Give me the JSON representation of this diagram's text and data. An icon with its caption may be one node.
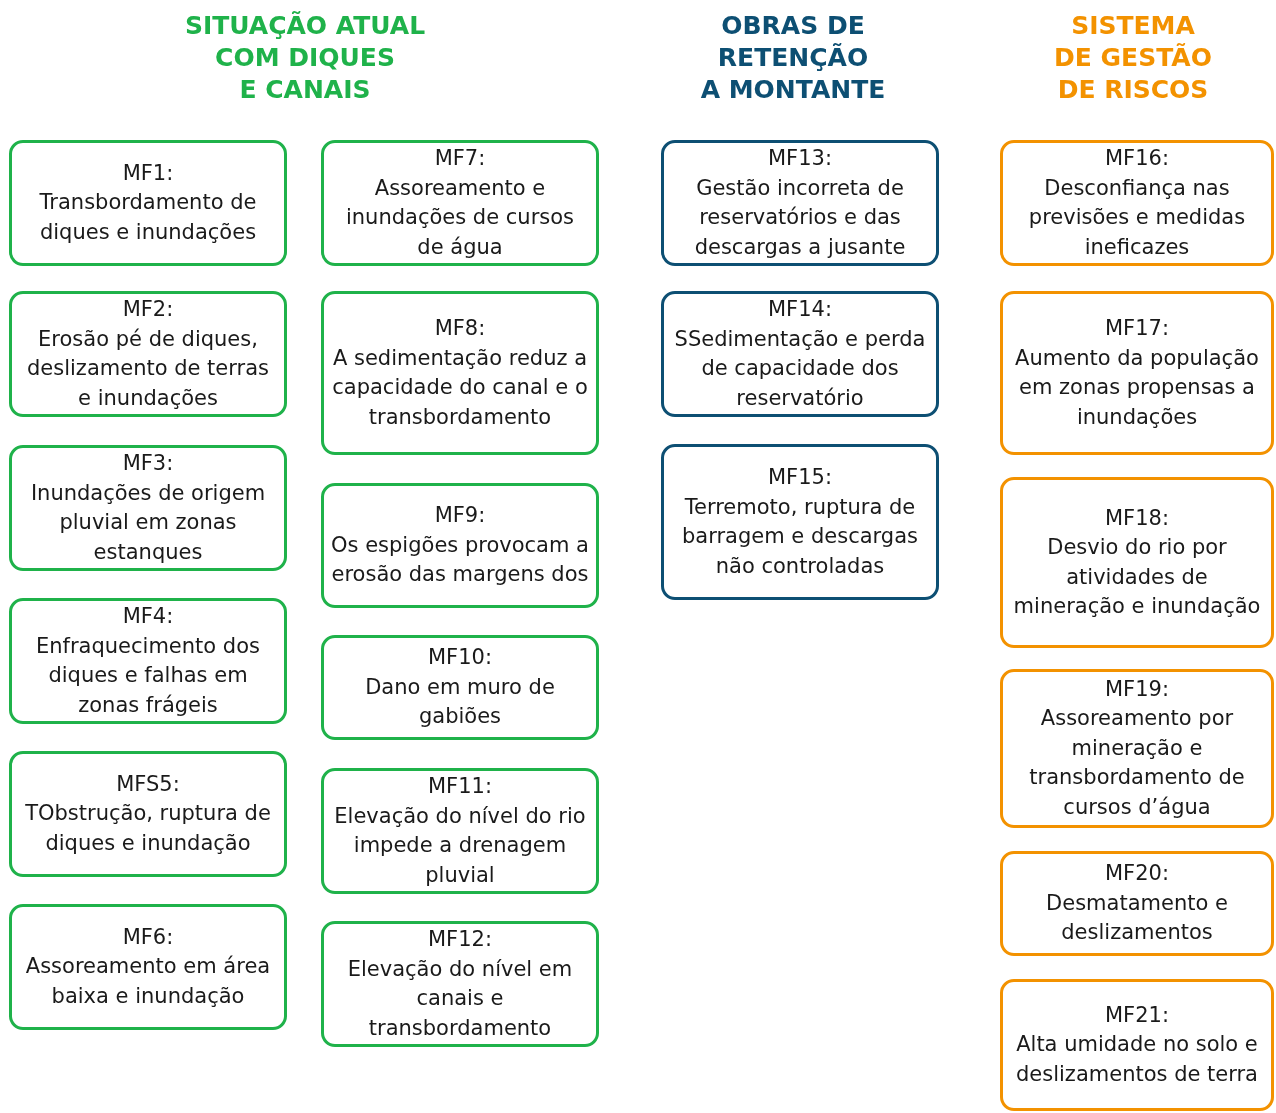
{
  "diagram": {
    "nodes": [
      {
        "text": [
          "MF1:",
          "Transbordamento de diques e inundações"
        ]
      },
      {
        "text": [
          "MF2:",
          "Erosão pé de diques, deslizamento de terras e inundações"
        ]
      },
      {
        "text": [
          "MF3:",
          "Inundações de origem pluvial em zonas estanques"
        ]
      },
      {
        "text": [
          "MF4:",
          "Enfraquecimento dos diques e falhas em zonas frágeis"
        ]
      },
      {
        "text": [
          "MFS5:",
          "TObstrução, ruptura de diques e inundação"
        ]
      },
      {
        "text": [
          "MF6:",
          "Assoreamento em área baixa e inundação"
        ]
      },
      {
        "text": [
          "MF7:",
          "Assoreamento e inundações de cursos de água"
        ]
      },
      {
        "text": [
          "MF8:",
          "A sedimentação reduz a capacidade do canal e o transbordamento"
        ]
      },
      {
        "text": [
          "MF9:",
          "Os espigões provocam a erosão das margens dos"
        ]
      },
      {
        "text": [
          "MF10:",
          "Dano em muro de gabiões"
        ]
      },
      {
        "text": [
          "MF11:",
          "Elevação do nível do rio impede a drenagem pluvial"
        ]
      },
      {
        "text": [
          "MF12:",
          "Elevação do nível em canais e transbordamento"
        ]
      },
      {
        "text": [
          "MF13:",
          "Gestão incorreta de reservatórios e das descargas a jusante"
        ]
      },
      {
        "text": [
          "MF14:",
          "SSedimentação e perda de capacidade dos reservatório"
        ]
      },
      {
        "text": [
          "MF15:",
          "Terremoto, ruptura de barragem e descargas não controladas"
        ]
      },
      {
        "text": [
          "MF16:",
          "Desconfiança nas previsões e medidas ineficazes"
        ]
      },
      {
        "text": [
          "MF17:",
          "Aumento da população em zonas propensas a inundações"
        ]
      },
      {
        "text": [
          "MF18:",
          "Desvio do rio por atividades de mineração e inundação"
        ]
      },
      {
        "text": [
          "MF19:",
          "Assoreamento por mineração e transbordamento de cursos d’água"
        ]
      },
      {
        "text": [
          "MF20:",
          "Desmatamento e deslizamentos"
        ]
      },
      {
        "text": [
          "MF21:",
          "Alta umidade no solo e deslizamentos de terra"
        ]
      }
    ],
    "labels": [
      "SITUAÇÃO ATUAL COM DIQUES E CANAIS",
      "OBRAS DE RETENÇÃO A MONTANTE",
      "SISTEMA DE GESTÃO DE RISCOS"
    ]
  }
}
